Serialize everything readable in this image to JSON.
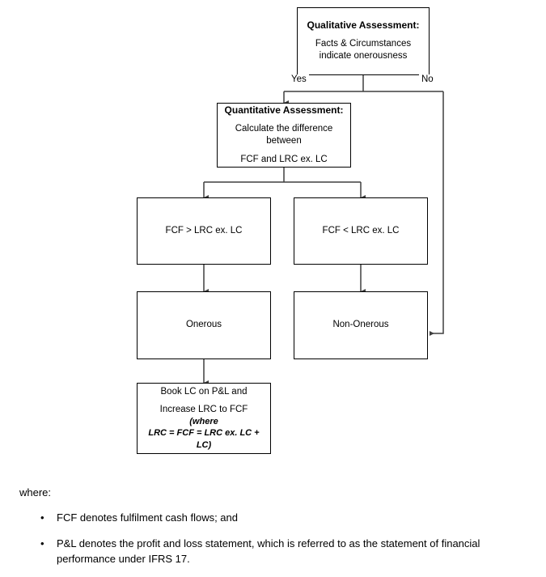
{
  "flowchart": {
    "nodes": [
      {
        "id": "qualitative",
        "header": "Qualitative Assessment:",
        "line1": "Facts & Circumstances",
        "line2": "indicate onerousness"
      },
      {
        "id": "quantitative",
        "header": "Quantitative Assessment:",
        "line1": "Calculate the difference",
        "line2": "between",
        "line3": "FCF and LRC ex. LC"
      },
      {
        "id": "fcf-greater",
        "line1": "FCF > LRC ex. LC"
      },
      {
        "id": "fcf-less",
        "line1": "FCF < LRC ex. LC"
      },
      {
        "id": "onerous",
        "line1": "Onerous"
      },
      {
        "id": "non-onerous",
        "line1": "Non-Onerous"
      },
      {
        "id": "book-lc",
        "line1": "Book LC on P&L and",
        "line2": "Increase LRC to FCF",
        "line3": "(where",
        "line4": "LRC = FCF = LRC ex. LC + LC)"
      }
    ],
    "edge_labels": {
      "yes": "Yes",
      "no": "No"
    },
    "line_color": "#3f3f3f"
  },
  "notes": {
    "where_label": "where:",
    "bullet_marker": "•",
    "items": [
      "FCF denotes fulfilment cash flows; and",
      "P&L denotes the profit and loss statement, which is referred to as the statement of financial performance under IFRS 17."
    ]
  }
}
